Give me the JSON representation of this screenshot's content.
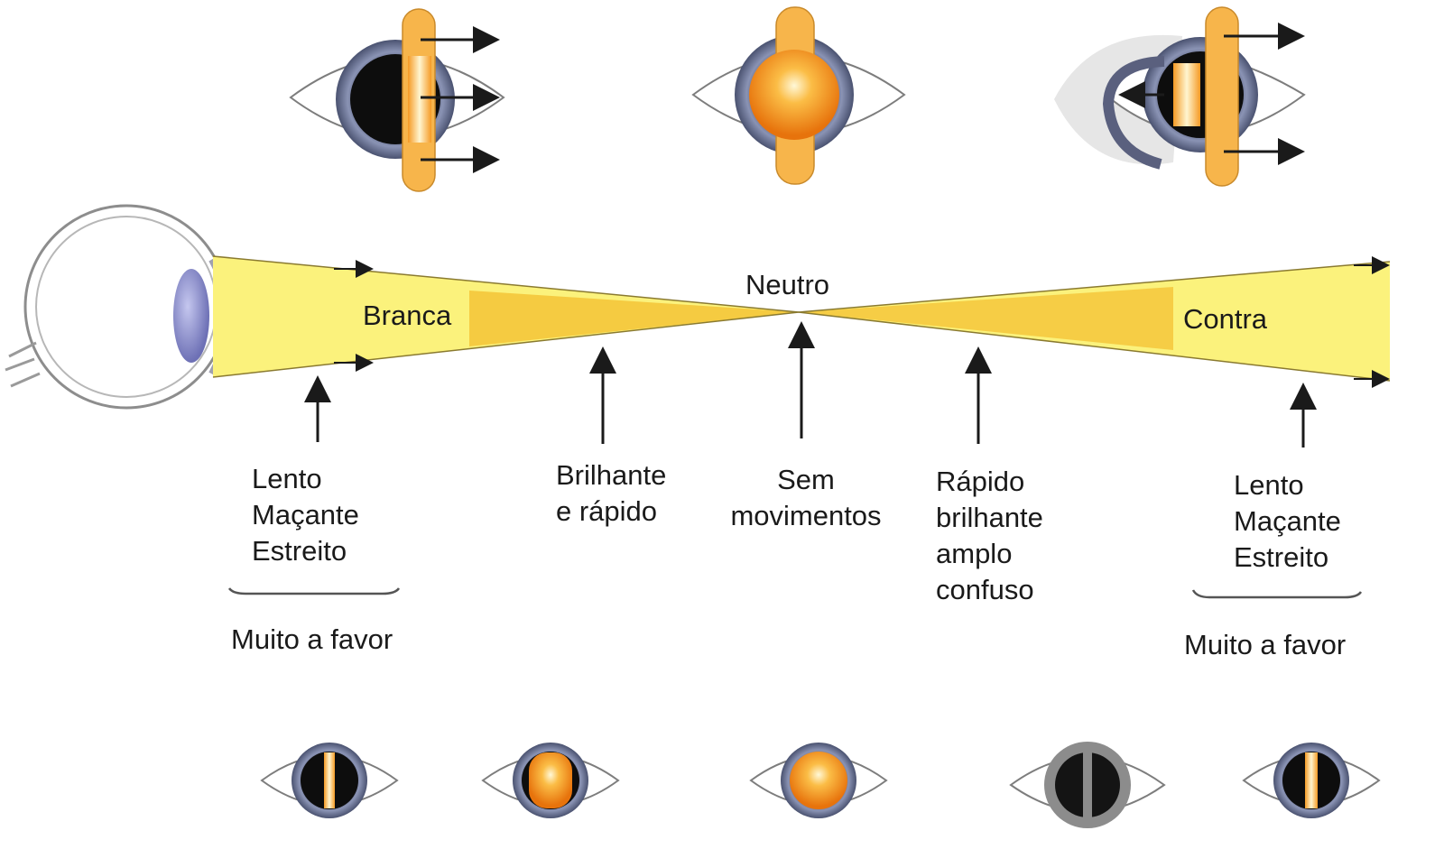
{
  "beam": {
    "left_label": "Branca",
    "center_label": "Neutro",
    "right_label": "Contra"
  },
  "observations": {
    "far_left": [
      "Lento",
      "Maçante",
      "Estreito"
    ],
    "near_left": [
      "Brilhante",
      "e rápido"
    ],
    "center": [
      "Sem",
      "movimentos"
    ],
    "near_right": [
      "Rápido",
      "brilhante",
      "amplo",
      "confuso"
    ],
    "far_right": [
      "Lento",
      "Maçante",
      "Estreito"
    ]
  },
  "groups": {
    "left": "Muito a favor",
    "right": "Muito a favor"
  },
  "colors": {
    "beam_light": "#fbf27c",
    "beam_dark": "#f3bd2e",
    "streak": "#f7b54b",
    "reflex": "#f7931e",
    "iris": "#5f6c8c",
    "lens": "#8d8fcf"
  }
}
